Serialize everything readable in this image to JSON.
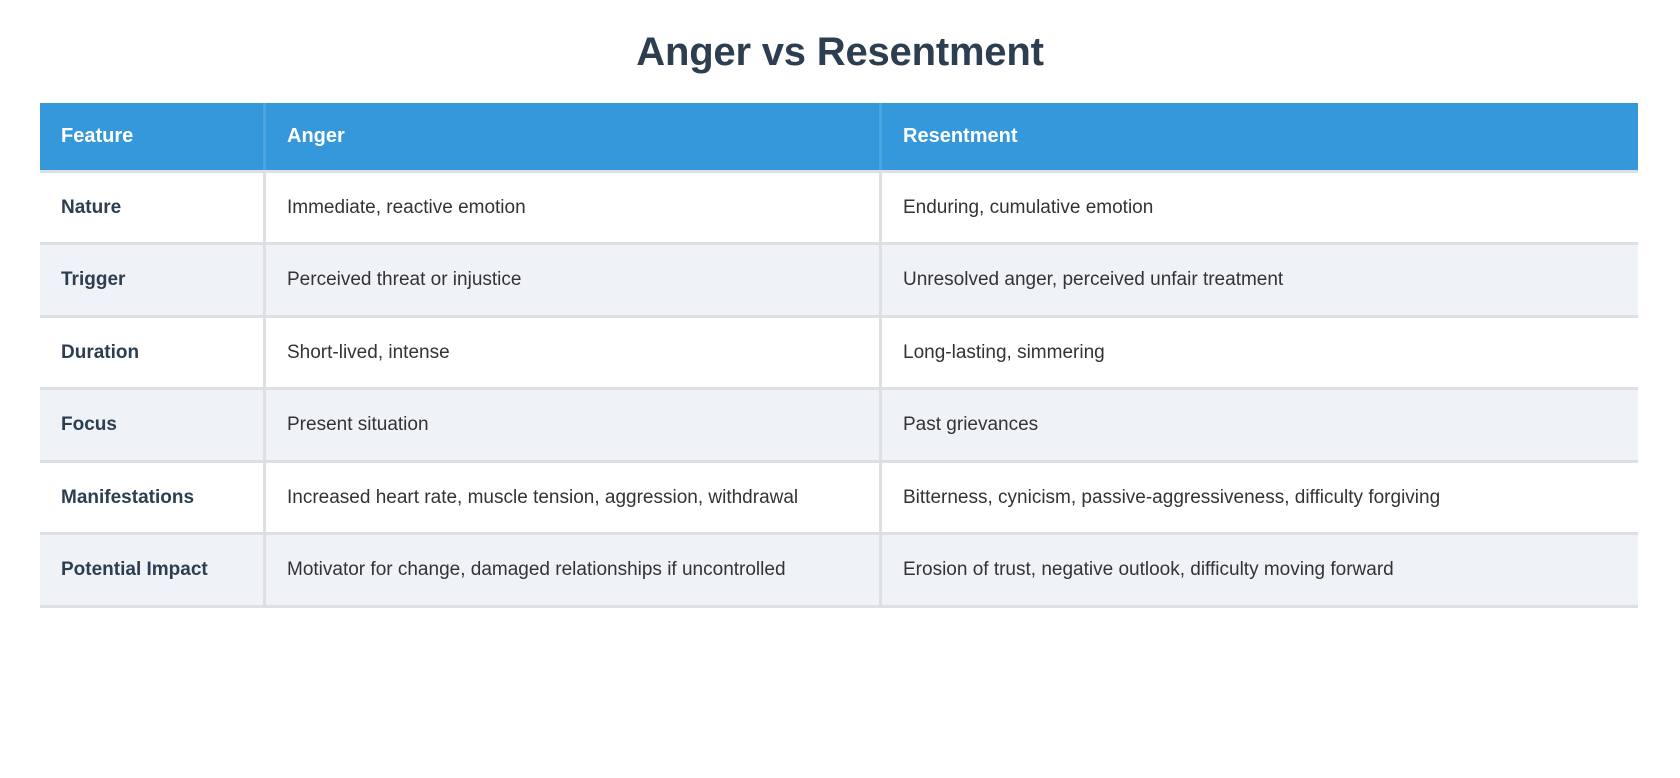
{
  "page": {
    "title": "Anger vs Resentment",
    "background_color": "#ffffff",
    "title_color": "#2c3e50"
  },
  "table": {
    "header_background": "#3498db",
    "header_text_color": "#ffffff",
    "stripe_color": "#eff3f8",
    "border_color": "#dddfe2",
    "columns": [
      {
        "key": "feature",
        "label": "Feature"
      },
      {
        "key": "anger",
        "label": "Anger"
      },
      {
        "key": "resentment",
        "label": "Resentment"
      }
    ],
    "rows": [
      {
        "feature": "Nature",
        "anger": "Immediate, reactive emotion",
        "resentment": "Enduring, cumulative emotion"
      },
      {
        "feature": "Trigger",
        "anger": "Perceived threat or injustice",
        "resentment": "Unresolved anger, perceived unfair treatment"
      },
      {
        "feature": "Duration",
        "anger": "Short-lived, intense",
        "resentment": "Long-lasting, simmering"
      },
      {
        "feature": "Focus",
        "anger": "Present situation",
        "resentment": "Past grievances"
      },
      {
        "feature": "Manifestations",
        "anger": "Increased heart rate, muscle tension, aggression, withdrawal",
        "resentment": "Bitterness, cynicism, passive-aggressiveness, difficulty forgiving"
      },
      {
        "feature": "Potential Impact",
        "anger": "Motivator for change, damaged relationships if uncontrolled",
        "resentment": "Erosion of trust, negative outlook, difficulty moving forward"
      }
    ]
  }
}
